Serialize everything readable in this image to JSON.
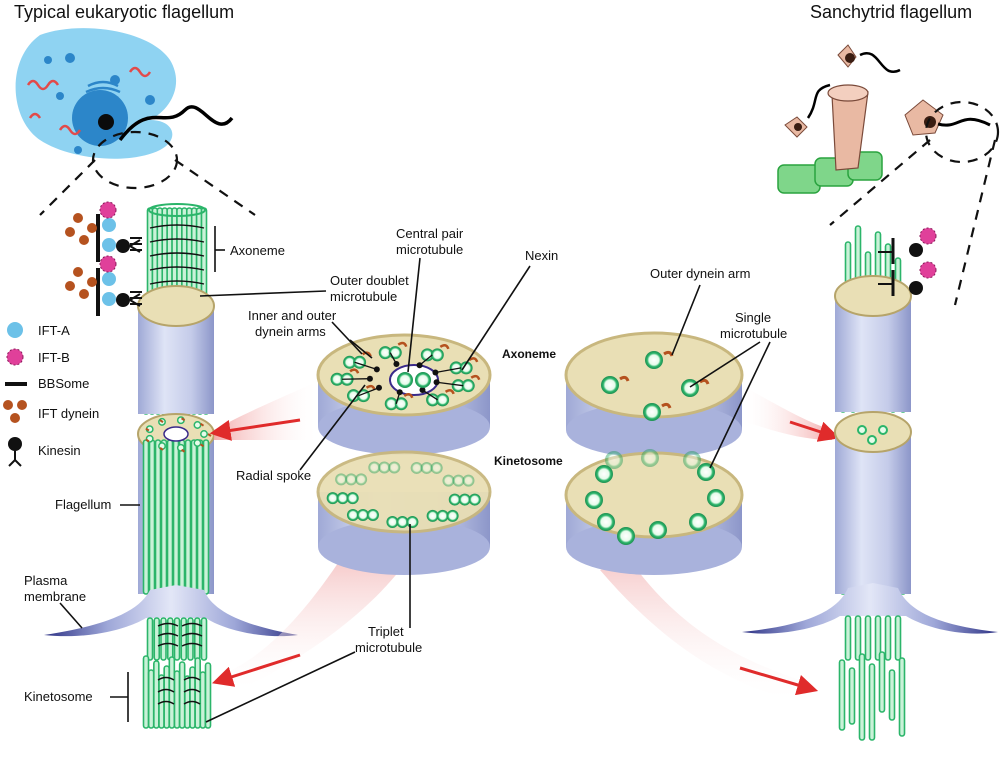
{
  "titles": {
    "left": "Typical eukaryotic flagellum",
    "right": "Sanchytrid flagellum"
  },
  "legend": [
    {
      "label": "IFT-A",
      "icon": "ift-a-icon",
      "color": "#6cc1e8"
    },
    {
      "label": "IFT-B",
      "icon": "ift-b-icon",
      "color": "#e0409a"
    },
    {
      "label": "BBSome",
      "icon": "bbsome-icon",
      "color": "#111111"
    },
    {
      "label": "IFT dynein",
      "icon": "ift-dynein-icon",
      "color": "#b5521f"
    },
    {
      "label": "Kinesin",
      "icon": "kinesin-icon",
      "color": "#111111"
    }
  ],
  "labels": {
    "axoneme": "Axoneme",
    "outer_doublet_1": "Outer doublet",
    "outer_doublet_2": "microtubule",
    "central_pair_1": "Central pair",
    "central_pair_2": "microtubule",
    "nexin": "Nexin",
    "inner_outer_1": "Inner and outer",
    "inner_outer_2": "dynein arms",
    "axoneme_bold": "Axoneme",
    "kinetosome_bold": "Kinetosome",
    "radial_spoke": "Radial spoke",
    "flagellum": "Flagellum",
    "plasma_1": "Plasma",
    "plasma_2": "membrane",
    "triplet_1": "Triplet",
    "triplet_2": "microtubule",
    "kinetosome": "Kinetosome",
    "outer_dynein_arm": "Outer dynein arm",
    "single_1": "Single",
    "single_2": "microtubule"
  },
  "colors": {
    "tubule_green": "#2bb56a",
    "tubule_fill": "#c9f2d8",
    "cylinder_blue": "#b8c2e6",
    "cross_section": "#e9dfb5",
    "membrane": "#3a3f91",
    "arrow_red": "#e02b2b",
    "cell_blue": "#8fd3f2",
    "nucleus": "#2c86c9",
    "mito_red": "#e24a4a",
    "sanchytrid_pink": "#e9b9a3",
    "algae_green": "#7fd68a"
  }
}
